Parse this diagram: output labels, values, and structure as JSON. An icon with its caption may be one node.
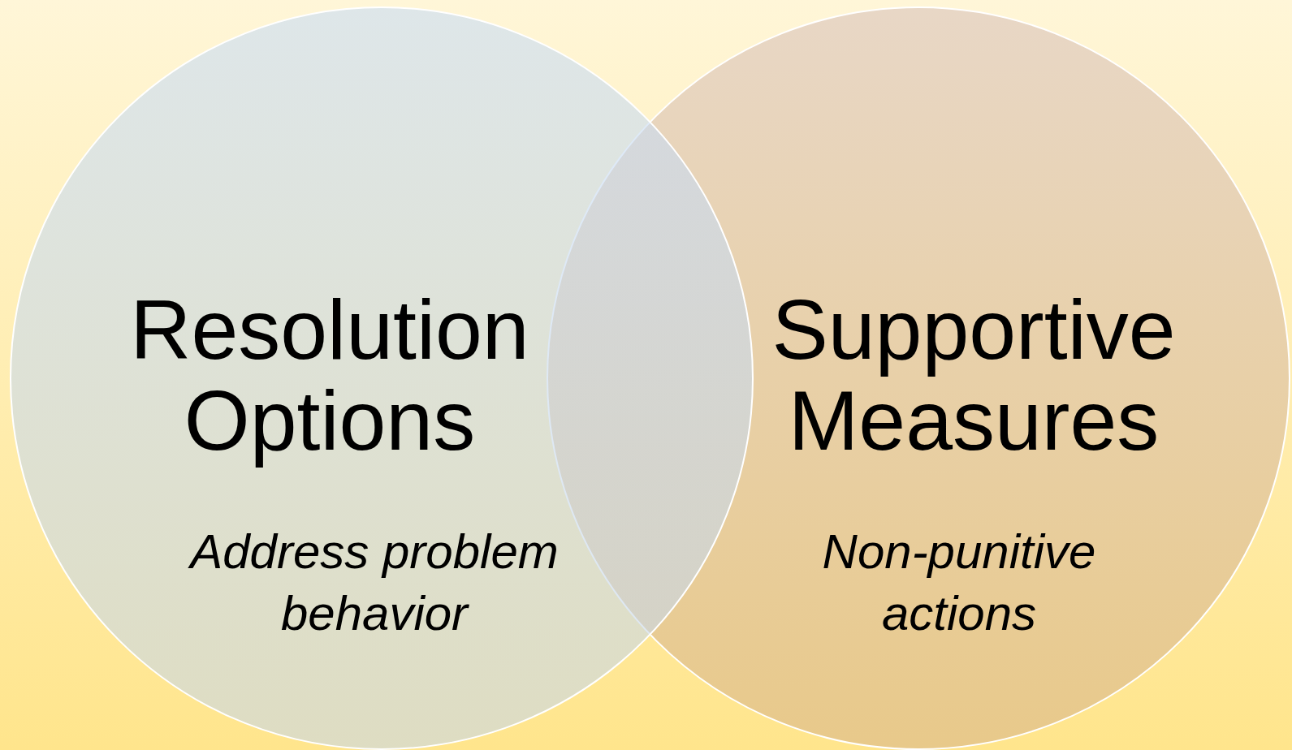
{
  "diagram": {
    "nodes": [
      {
        "text": [
          "Resolution Options",
          "Address problem behavior"
        ]
      },
      {
        "text": [
          "Supportive Measures",
          "Non-punitive actions"
        ]
      }
    ]
  }
}
